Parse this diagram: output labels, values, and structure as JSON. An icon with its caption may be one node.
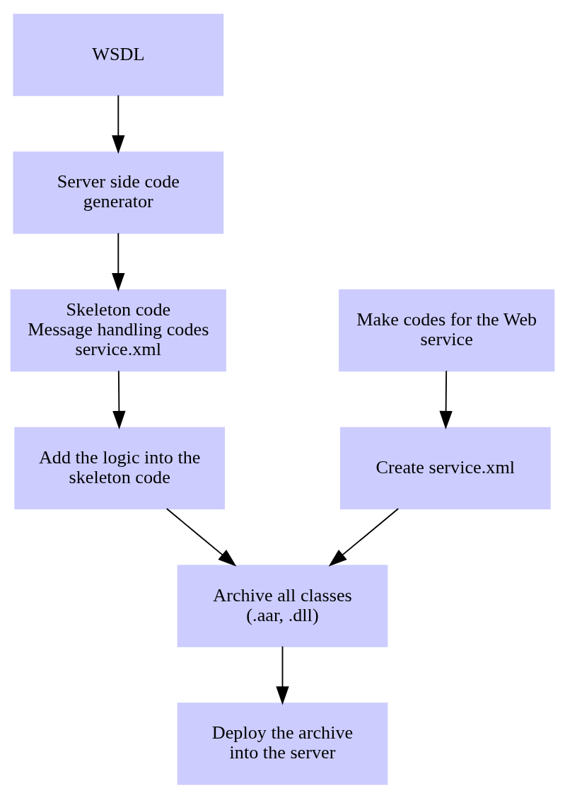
{
  "diagram": {
    "nodes": [
      {
        "text": [
          "WSDL"
        ]
      },
      {
        "text": [
          "Server side code generator"
        ]
      },
      {
        "text": [
          "Skeleton code",
          "Message handling codes",
          "service.xml"
        ]
      },
      {
        "text": [
          "Add the logic into the skeleton code"
        ]
      },
      {
        "text": [
          "Make codes for the Web service"
        ]
      },
      {
        "text": [
          "Create service.xml"
        ]
      },
      {
        "text": [
          "Archive all classes (.aar, .dll)"
        ]
      },
      {
        "text": [
          "Deploy the archive into the server"
        ]
      }
    ],
    "edges": [
      {
        "from": 0,
        "to": 1,
        "arrow": "to"
      },
      {
        "from": 1,
        "to": 2,
        "arrow": "to"
      },
      {
        "from": 2,
        "to": 3,
        "arrow": "to"
      },
      {
        "from": 4,
        "to": 5,
        "arrow": "to"
      },
      {
        "from": 3,
        "to": 6,
        "arrow": "to"
      },
      {
        "from": 5,
        "to": 6,
        "arrow": "to"
      },
      {
        "from": 6,
        "to": 7,
        "arrow": "to"
      }
    ]
  }
}
